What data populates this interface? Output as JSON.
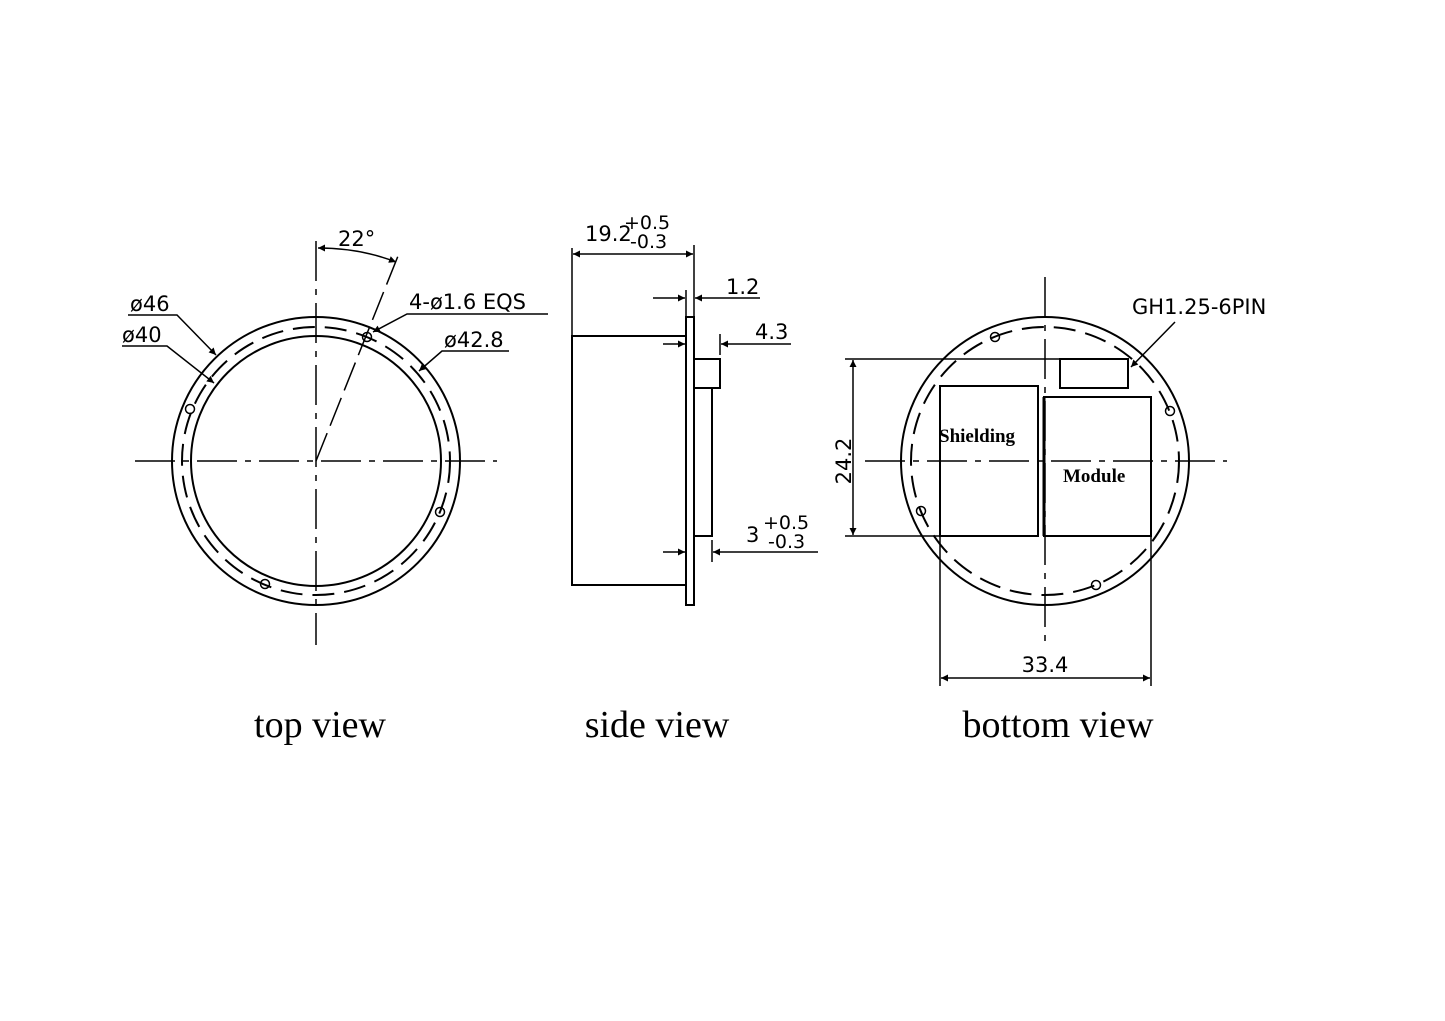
{
  "top_view": {
    "title": "top view",
    "angle": "22°",
    "outer_diameter": "ø46",
    "inner_diameter": "ø40",
    "hole_spec": "4-ø1.6 EQS",
    "hole_circle": "ø42.8"
  },
  "side_view": {
    "title": "side view",
    "length": "19.2",
    "length_tol_plus": "+0.5",
    "length_tol_minus": "-0.3",
    "flange": "1.2",
    "connector": "4.3",
    "module": "3",
    "module_tol_plus": "+0.5",
    "module_tol_minus": "-0.3"
  },
  "bottom_view": {
    "title": "bottom view",
    "connector": "GH1.25-6PIN",
    "shielding": "Shielding",
    "module": "Module",
    "height": "24.2",
    "width": "33.4"
  }
}
